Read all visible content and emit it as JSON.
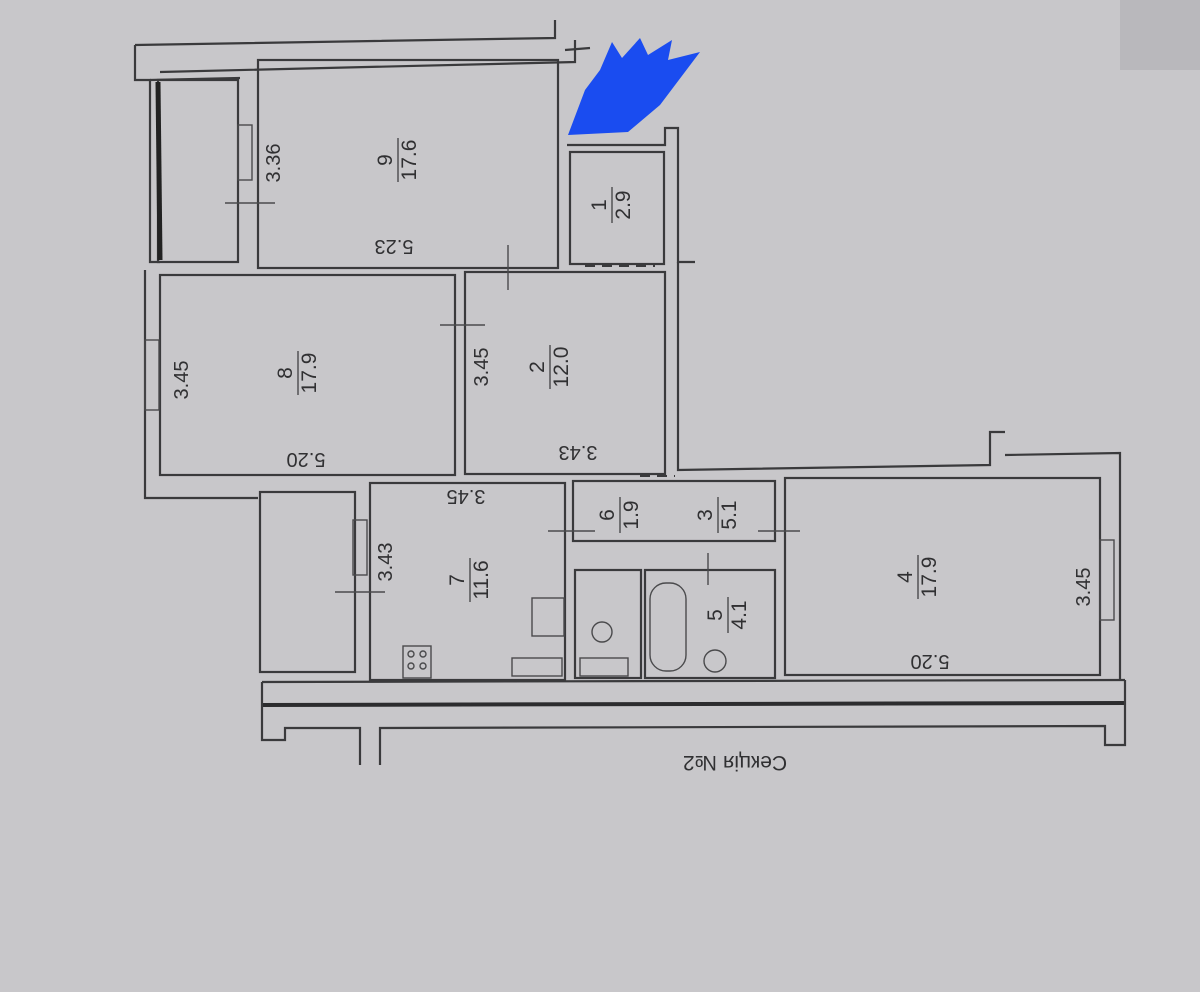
{
  "section_label": "Секція №2",
  "rooms": [
    {
      "number": "1",
      "area": "2.9"
    },
    {
      "number": "2",
      "area": "12.0"
    },
    {
      "number": "3",
      "area": "5.1"
    },
    {
      "number": "4",
      "area": "17.9"
    },
    {
      "number": "5",
      "area": "4.1"
    },
    {
      "number": "6",
      "area": "1.9"
    },
    {
      "number": "7",
      "area": "11.6"
    },
    {
      "number": "8",
      "area": "17.9"
    },
    {
      "number": "9",
      "area": "17.6"
    }
  ],
  "dimensions": {
    "room9_width": "3.36",
    "room9_length": "5.23",
    "room8_width": "3.45",
    "room8_length": "5.20",
    "room2_width": "3.45",
    "room2_length": "3.43",
    "room7_width": "3.43",
    "room7_length": "3.45",
    "room4_width": "3.45",
    "room4_length": "5.20"
  },
  "colors": {
    "background": "#c8c7ca",
    "lines": "#3a3a3c",
    "redaction": "#1a4cf0"
  }
}
